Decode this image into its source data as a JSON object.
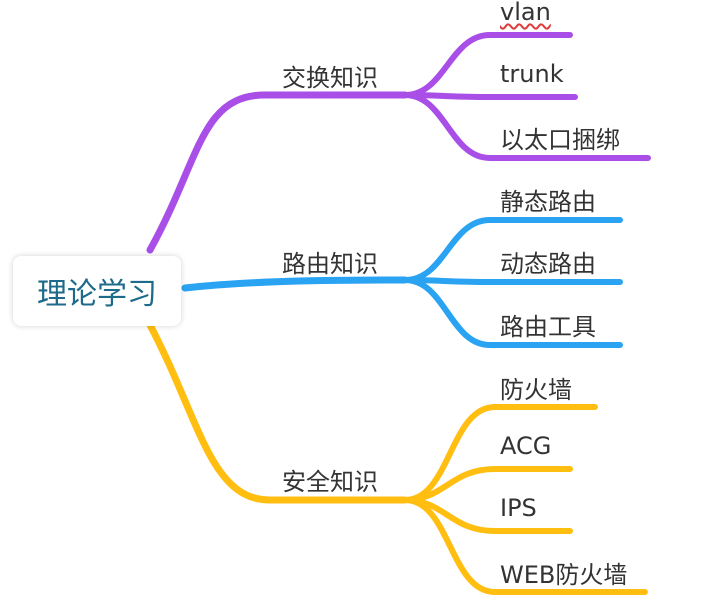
{
  "root": {
    "label": "理论学习"
  },
  "branches": [
    {
      "label": "交换知识",
      "color": "#a94ee6",
      "leaves": [
        "vlan",
        "trunk",
        "以太口捆绑"
      ]
    },
    {
      "label": "路由知识",
      "color": "#29a3f2",
      "leaves": [
        "静态路由",
        "动态路由",
        "路由工具"
      ]
    },
    {
      "label": "安全知识",
      "color": "#ffbe10",
      "leaves": [
        "防火墙",
        "ACG",
        "IPS",
        "WEB防火墙"
      ]
    }
  ]
}
